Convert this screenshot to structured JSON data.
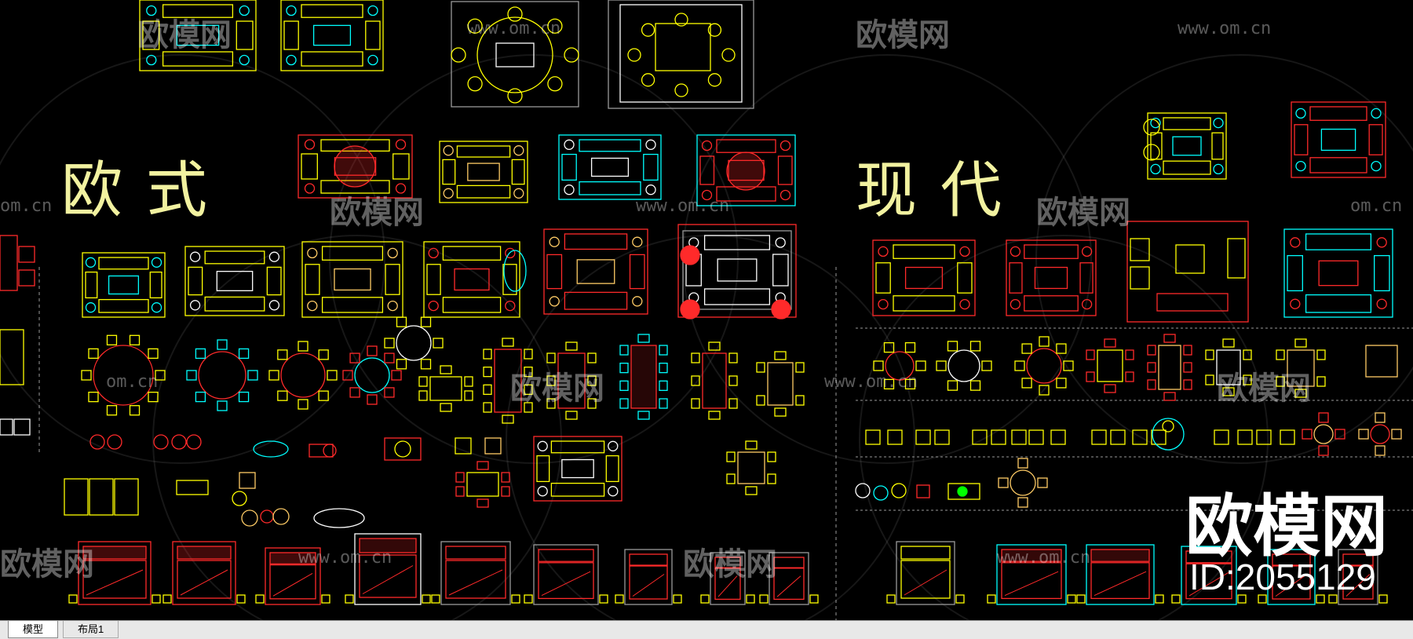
{
  "canvas": {
    "background": "#000000",
    "accent_colors": [
      "#ffff00",
      "#ff2a2a",
      "#00ffff",
      "#ffcc66",
      "#ffffff"
    ]
  },
  "titles": {
    "european": "欧式",
    "modern": "现代"
  },
  "watermarks": {
    "brand": "欧模网",
    "url": "www.om.cn",
    "url_short": "om.cn"
  },
  "badge": {
    "logo": "欧模网",
    "id": "ID:2055129"
  },
  "tabs": [
    {
      "label": "模型",
      "active": true
    },
    {
      "label": "布局1",
      "active": false
    }
  ]
}
